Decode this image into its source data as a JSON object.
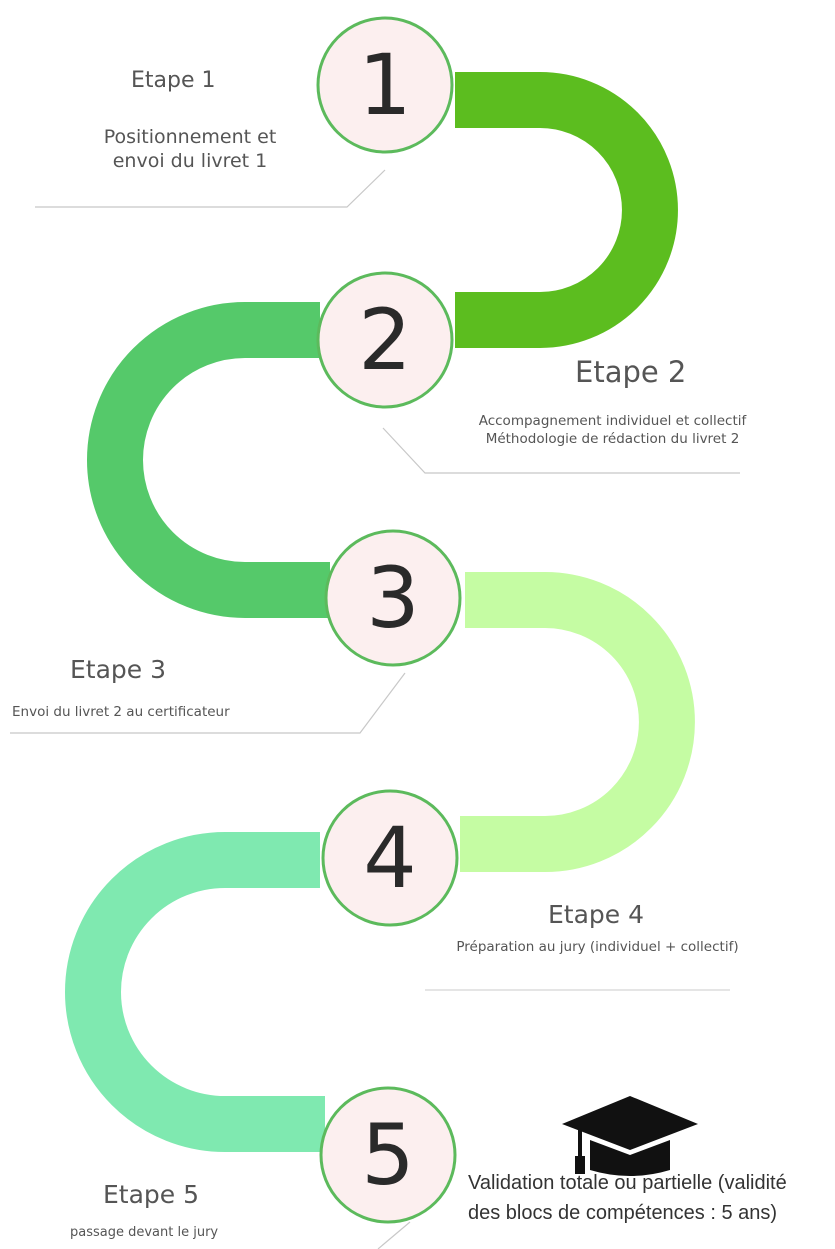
{
  "steps": [
    {
      "number": "1",
      "title": "Etape 1",
      "lines": [
        "Positionnement et",
        "envoi du livret 1"
      ]
    },
    {
      "number": "2",
      "title": "Etape 2",
      "lines": [
        "Accompagnement individuel et collectif",
        "Méthodologie de rédaction du livret 2"
      ]
    },
    {
      "number": "3",
      "title": "Etape 3",
      "lines": [
        "Envoi du livret 2 au certificateur"
      ]
    },
    {
      "number": "4",
      "title": "Etape 4",
      "lines": [
        "Préparation au jury (individuel + collectif)"
      ]
    },
    {
      "number": "5",
      "title": "Etape 5",
      "lines": [
        "passage devant le jury"
      ]
    }
  ],
  "final": {
    "icon": "graduation-cap-icon",
    "lines": [
      "Validation totale ou partielle (validité",
      "des blocs de compétences : 5 ans)"
    ]
  },
  "colors": {
    "segment1": "#5cbd1f",
    "segment2": "#55c96a",
    "segment3": "#c5fca3",
    "segment4": "#7fe9b0",
    "circle_fill": "#fcefef",
    "circle_stroke": "#5cba5c"
  }
}
